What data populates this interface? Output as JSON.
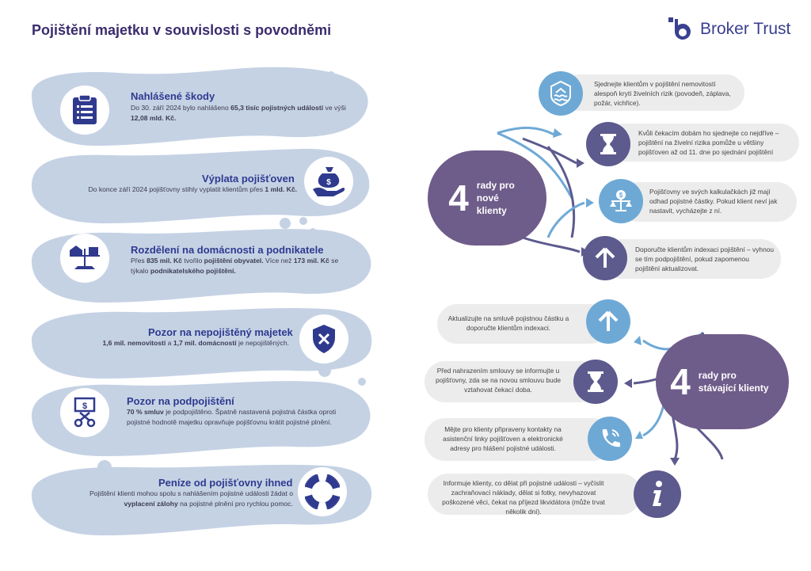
{
  "page_title": "Pojištění majetku v souvislosti s povodněmi",
  "brand": {
    "name": "Broker Trust",
    "color": "#3a3f8f"
  },
  "colors": {
    "wave": "#c5d2e4",
    "purple": "#6e5c8a",
    "light_blue": "#6ea9d6",
    "dark_blue": "#5d5a8e",
    "title": "#2f3a8f"
  },
  "left_cards": [
    {
      "title": "Nahlášené škody",
      "icon": "clipboard-icon",
      "text_html": "Do 30. září 2024 bylo nahlášeno <b>65,3 tisíc pojistných událostí</b> ve výši <b>12,08 mld. Kč.</b>"
    },
    {
      "title": "Výplata pojišťoven",
      "icon": "money-bag-hand-icon",
      "text_html": "Do konce září 2024 pojišťovny stihly vyplatit klientům přes <b>1 mld. Kč.</b>"
    },
    {
      "title": "Rozdělení na domácnosti a podnikatele",
      "icon": "scale-house-building-icon",
      "text_html": "Přes <b>835 mil. Kč</b> tvořilo <b>pojištění obyvatel.</b> Více než <b>173 mil. Kč</b> se týkalo <b>podnikatelského pojištění.</b>"
    },
    {
      "title": "Pozor na nepojištěný majetek",
      "icon": "shield-x-icon",
      "text_html": "<b>1,6 mil. nemovitostí</b> a <b>1,7 mil. domácností</b> je nepojištěných."
    },
    {
      "title": "Pozor na podpojištění",
      "icon": "scissors-money-icon",
      "text_html": "<b>70 % smluv</b> je podpojištěno. Špatně nastavená pojistná částka oproti pojistné hodnotě majetku opravňuje pojišťovnu krátit pojistné plnění."
    },
    {
      "title": "Peníze od pojišťovny ihned",
      "icon": "lifebuoy-icon",
      "text_html": "Pojištění klienti mohou spolu s nahlášením pojistné události žádat o <b>vyplacení zálohy</b> na pojistné plnění pro rychlou pomoc."
    }
  ],
  "new_clients": {
    "number": "4",
    "label": "rady pro nové klienty",
    "tips": [
      {
        "icon": "flood-house-icon",
        "text": "Sjednejte klientům v pojištění nemovitostí alespoň krytí živelních rizik (povodeň, záplava, požár, vichřice)."
      },
      {
        "icon": "hourglass-icon",
        "text": "Kvůli čekacím dobám ho sjednejte co nejdříve – pojištění na živelní rizika pomůže u většiny pojišťoven až od 11. dne po sjednání pojištění"
      },
      {
        "icon": "scale-money-icon",
        "text": "Pojišťovny ve svých kalkulačkách již mají odhad pojistné částky. Pokud klient neví jak nastavit, vycházejte z ní."
      },
      {
        "icon": "arrow-up-icon",
        "text": "Doporučte klientům indexaci pojištění – vyhnou se tím podpojištění, pokud zapomenou pojištění aktualizovat."
      }
    ]
  },
  "existing_clients": {
    "number": "4",
    "label": "rady pro stávající klienty",
    "tips": [
      {
        "icon": "arrow-up-icon",
        "text": "Aktualizujte na smluvě pojistnou částku a doporučte klientům indexaci."
      },
      {
        "icon": "hourglass-icon",
        "text": "Před nahrazením smlouvy se informujte u pojišťovny, zda se na novou smlouvu bude vztahovat čekací doba."
      },
      {
        "icon": "phone-icon",
        "text": "Mějte pro klienty připraveny kontakty na asistenční linky pojišťoven a elektronické adresy pro hlášení pojistné události."
      },
      {
        "icon": "info-icon",
        "text": "Informuje klienty, co dělat při pojistné události – vyčíslit zachraňovací náklady, dělat si fotky, nevyhazovat poškozené věci, čekat na příjezd likvidátora (může trvat několik dní)."
      }
    ]
  }
}
